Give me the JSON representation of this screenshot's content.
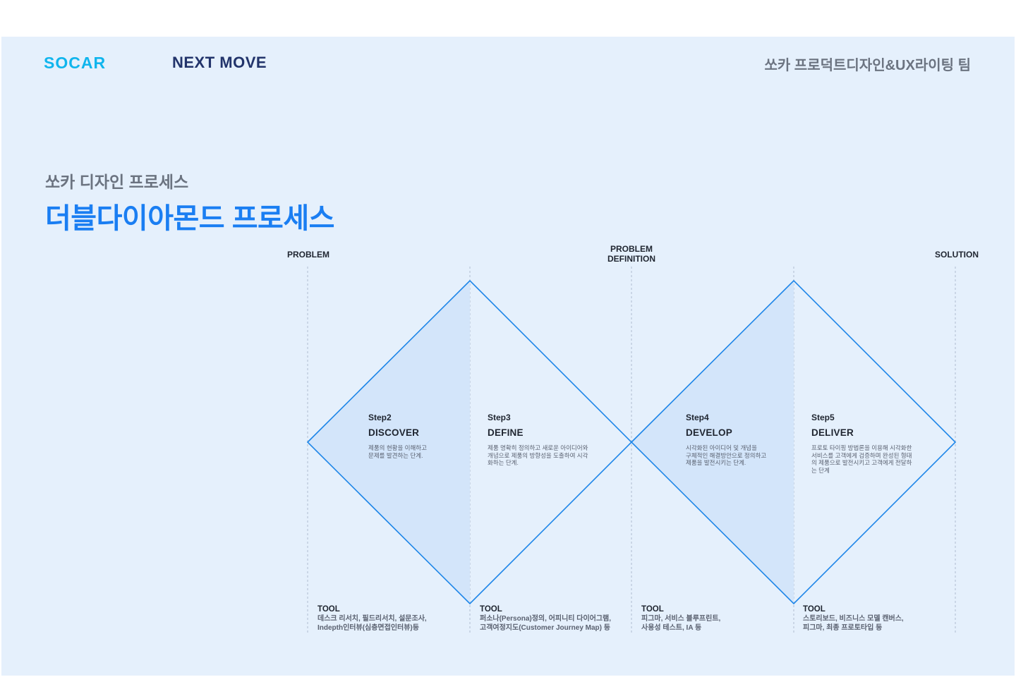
{
  "header": {
    "logo_socar": "SOCAR",
    "logo_next_move": "NEXT MOVE",
    "team": "쏘카 프로덕트디자인&UX라이팅 팀"
  },
  "heading": {
    "subtitle": "쏘카 디자인 프로세스",
    "title": "더블다이아몬드 프로세스"
  },
  "markers": {
    "problem": "PROBLEM",
    "problem_definition_line1": "PROBLEM",
    "problem_definition_line2": "DEFINITION",
    "solution": "SOLUTION"
  },
  "steps": [
    {
      "num": "Step2",
      "name": "DISCOVER",
      "desc": [
        "제품의 현황을 이해하고",
        "문제를 발견하는 단계."
      ]
    },
    {
      "num": "Step3",
      "name": "DEFINE",
      "desc": [
        "제품 명확히 정의하고 새로운 아이디어와",
        "개념으로 제품의 방향성을 도출하여 시각",
        "화하는 단계."
      ]
    },
    {
      "num": "Step4",
      "name": "DEVELOP",
      "desc": [
        "시각화된 아이디어 및 개념을",
        "구체적인 해결방안으로 정의하고",
        "제품을 발전시키는 단계."
      ]
    },
    {
      "num": "Step5",
      "name": "DELIVER",
      "desc": [
        "프로토 타이핑 방법론을 이용해 시각화한",
        "서비스를 고객에게 검증하며 완성된 형태",
        "의 제품으로 발전시키고 고객에게 전달하",
        "는 단계"
      ]
    }
  ],
  "tools": [
    {
      "label": "TOOL",
      "lines": [
        "데스크 리서치, 필드리서치, 설문조사,",
        "Indepth인터뷰(심층면접인터뷰)등"
      ]
    },
    {
      "label": "TOOL",
      "lines": [
        "퍼소나(Persona)정의, 어피니티 다이어그램,",
        "고객여정지도(Customer Journey Map) 등"
      ]
    },
    {
      "label": "TOOL",
      "lines": [
        "피그마, 서비스 블루프린트,",
        "사용성 테스트, IA 등"
      ]
    },
    {
      "label": "TOOL",
      "lines": [
        "스토리보드, 비즈니스 모델 캔버스,",
        "피그마, 최종 프로토타입 등"
      ]
    }
  ],
  "colors": {
    "background": "#e5f0fc",
    "accent": "#1a7ef2",
    "diamond_stroke": "#1e86e8",
    "diamond_fill": "#d6e8fb",
    "socar": "#10b5ed",
    "next_move": "#22346b"
  }
}
